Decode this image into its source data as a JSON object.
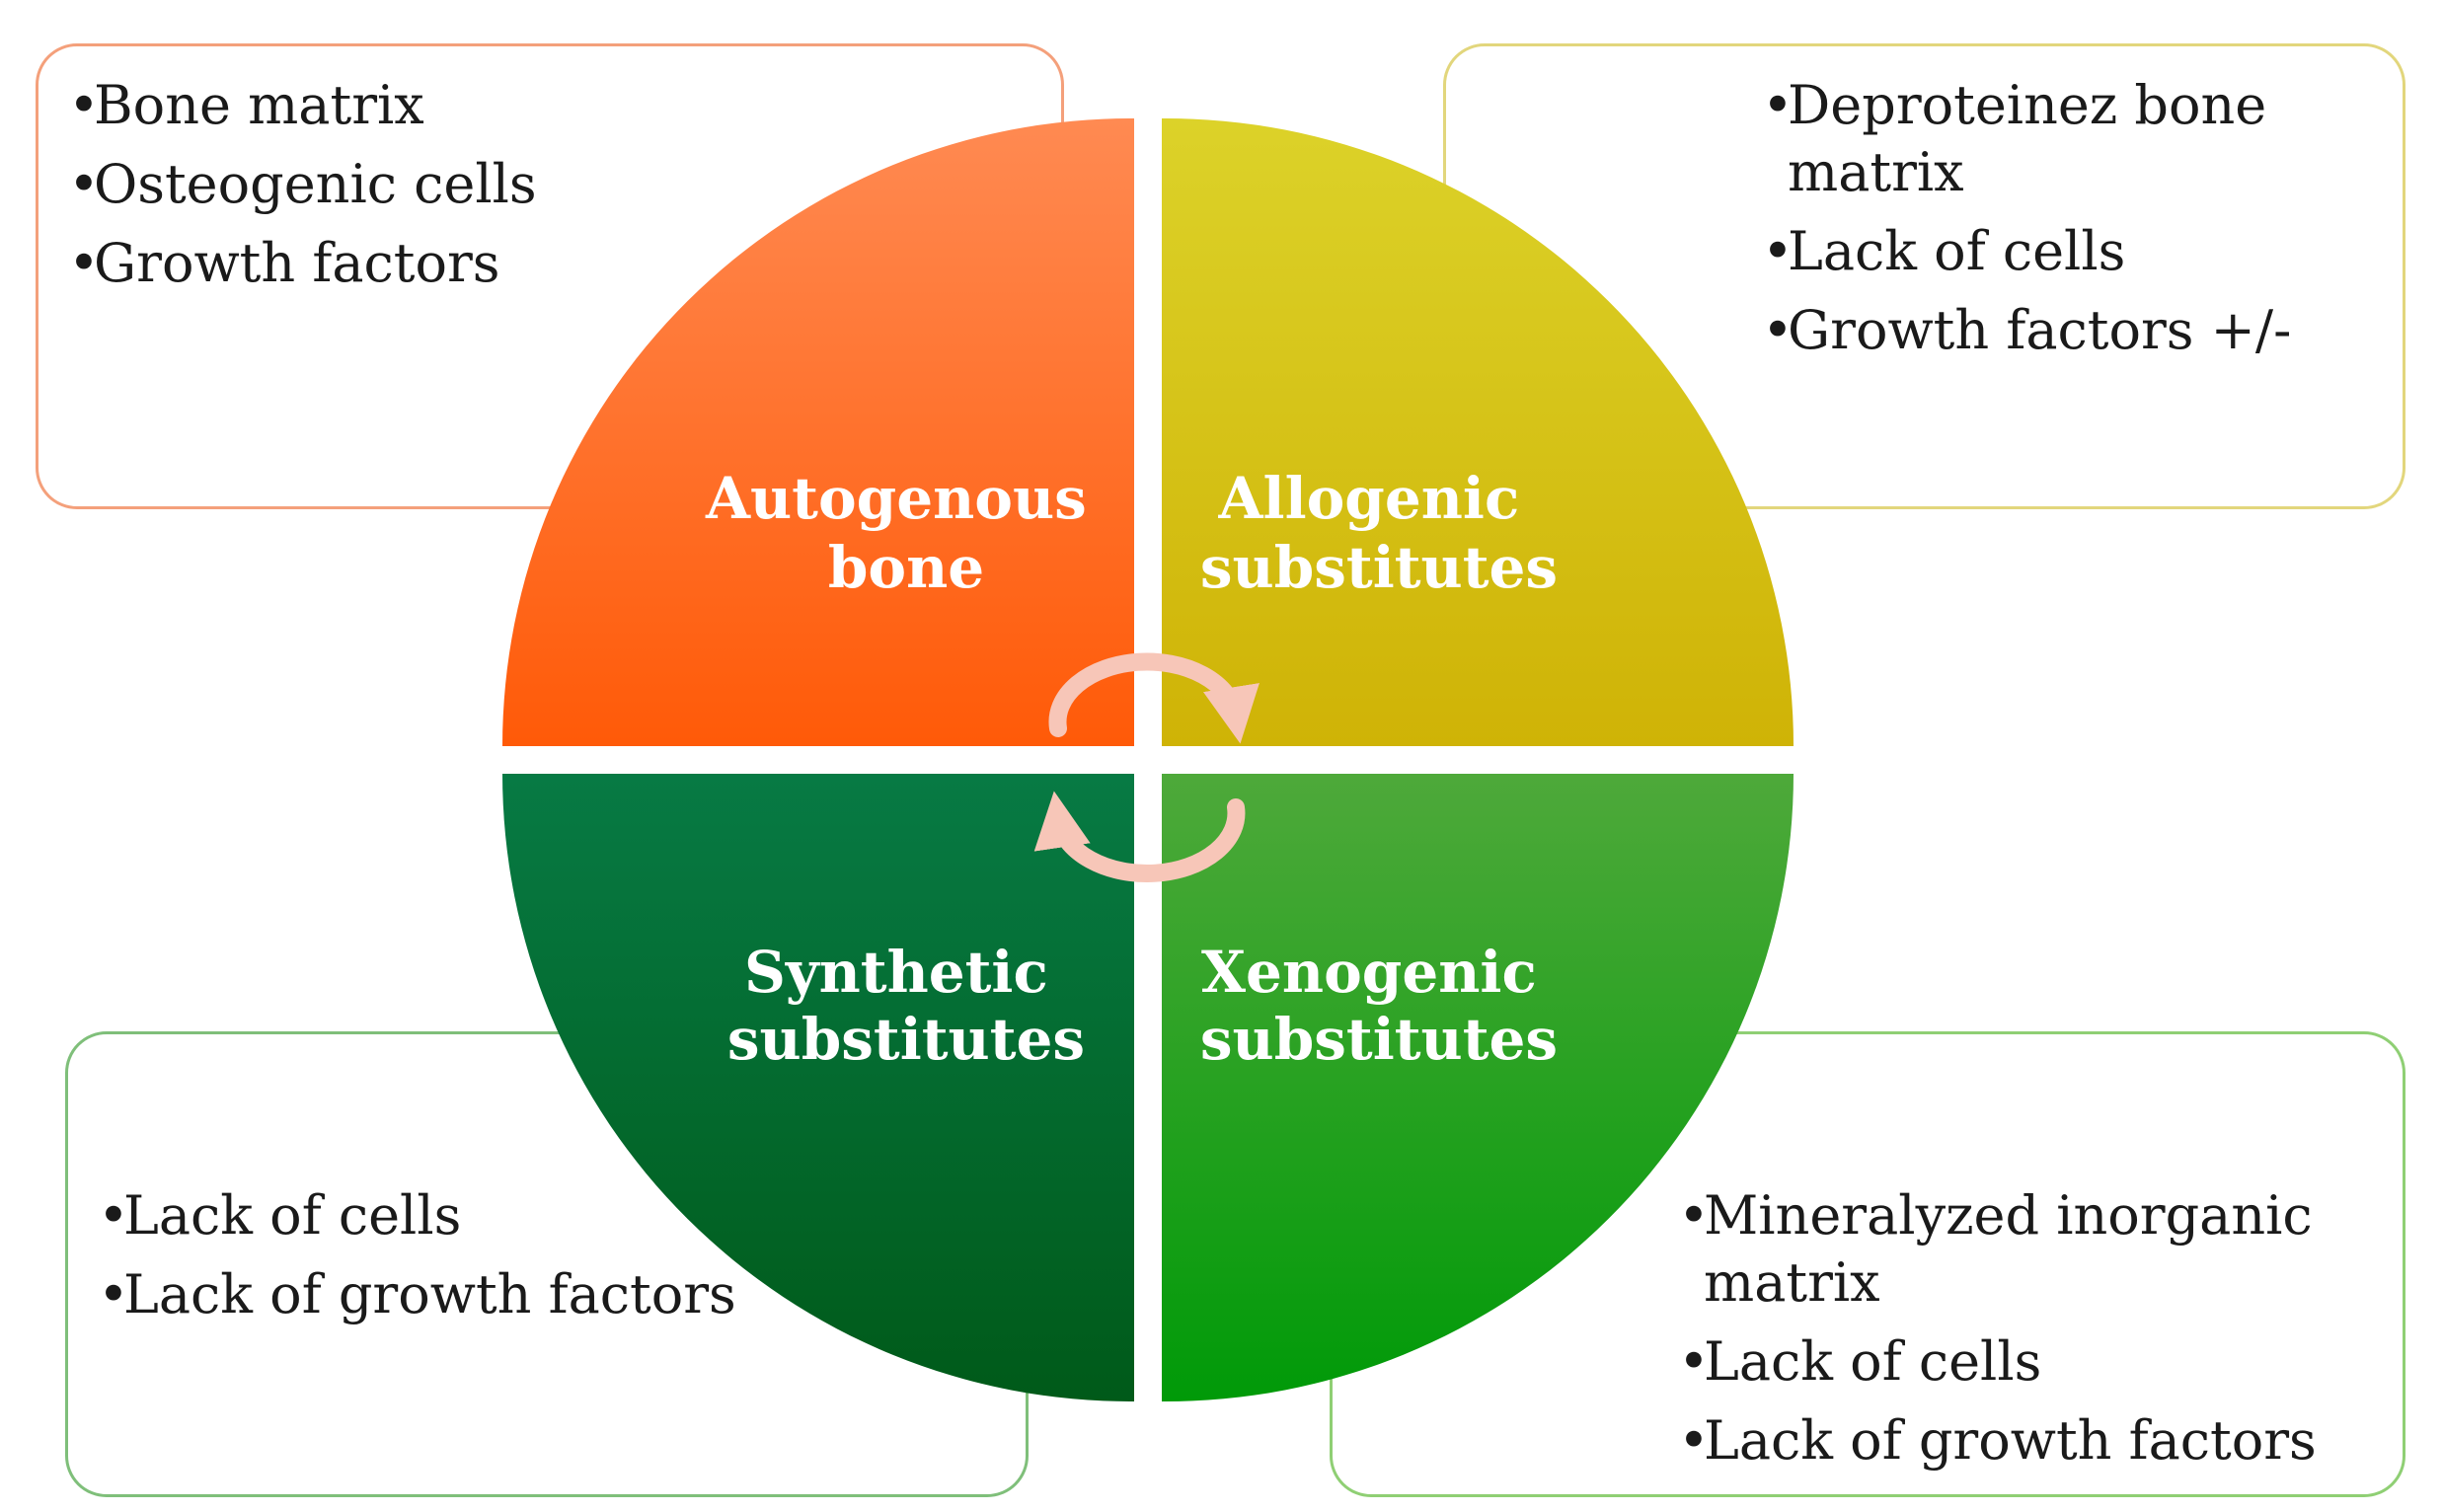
{
  "diagram": {
    "quadrants": [
      {
        "id": "tl",
        "label_lines": [
          "Autogenous",
          "bone"
        ],
        "color_top": "#ff8a52",
        "color_bottom": "#ff5a08"
      },
      {
        "id": "tr",
        "label_lines": [
          "Allogenic",
          "substitutes"
        ],
        "color_top": "#dcd229",
        "color_bottom": "#cfb306"
      },
      {
        "id": "bl",
        "label_lines": [
          "Synthetic",
          "substitutes"
        ],
        "color_top": "#077a44",
        "color_bottom": "#005a19"
      },
      {
        "id": "br",
        "label_lines": [
          "Xenogenic",
          "substitutes"
        ],
        "color_top": "#4ea93a",
        "color_bottom": "#009a08"
      }
    ],
    "boxes": {
      "tl": {
        "items": [
          "Bone matrix",
          "Osteogenic cells",
          "Growth factors"
        ],
        "border_color": "#f4a07b"
      },
      "tr": {
        "items": [
          "Deproteinez bone matrix",
          "Lack of cells",
          "Growth factors +/-"
        ],
        "border_color": "#e2d67c"
      },
      "bl": {
        "items": [
          "Lack of cells",
          "Lack of growth factors"
        ],
        "border_color": "#7fbf7a"
      },
      "br": {
        "items": [
          "Mineralyzed inorganic matrix",
          "Lack of cells",
          "Lack of growth factors"
        ],
        "border_color": "#8fcf74"
      }
    },
    "bullet": "•",
    "cycle_arrow_color": "#f7c6b8"
  }
}
